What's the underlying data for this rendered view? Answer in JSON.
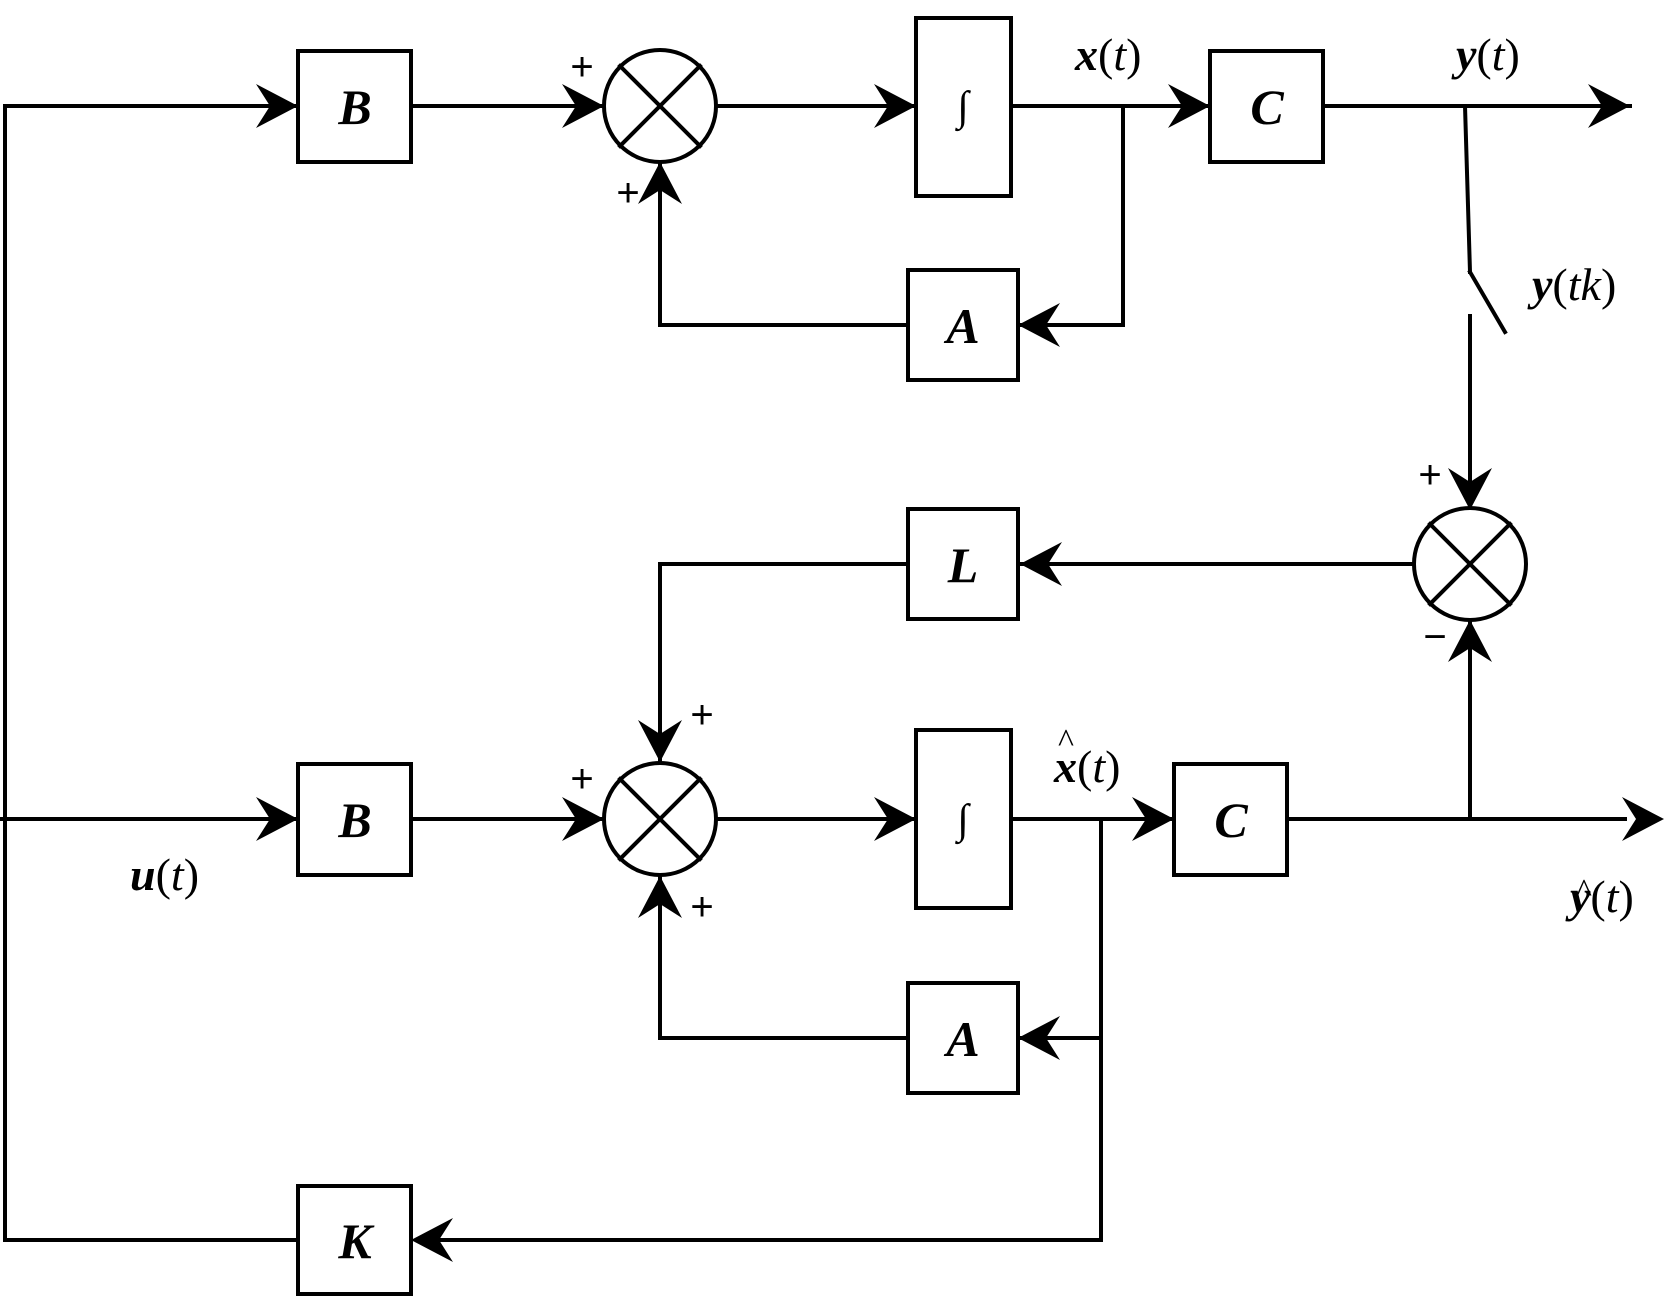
{
  "blocks": {
    "b_top": "B",
    "b_bottom": "B",
    "integrator_top": "∫",
    "integrator_bottom": "∫",
    "c_top": "C",
    "c_bottom": "C",
    "a_top": "A",
    "a_bottom": "A",
    "l_gain": "L",
    "k_gain": "K"
  },
  "signs": {
    "top_sum_left": "+",
    "top_sum_bottom": "+",
    "err_sum_top": "+",
    "err_sum_bottom": "−",
    "bottom_sum_top": "+",
    "bottom_sum_left": "+",
    "bottom_sum_bottom": "+"
  },
  "signals": {
    "x_t": {
      "var": "x",
      "arg": "t"
    },
    "y_t": {
      "var": "y",
      "arg": "t"
    },
    "y_tk": {
      "var": "y",
      "arg": "tk"
    },
    "xhat_t": {
      "var": "x",
      "arg": "t",
      "hat": "^"
    },
    "yhat_t": {
      "var": "y",
      "arg": "t",
      "hat": "^"
    },
    "u_t": {
      "var": "u",
      "arg": "t"
    }
  }
}
